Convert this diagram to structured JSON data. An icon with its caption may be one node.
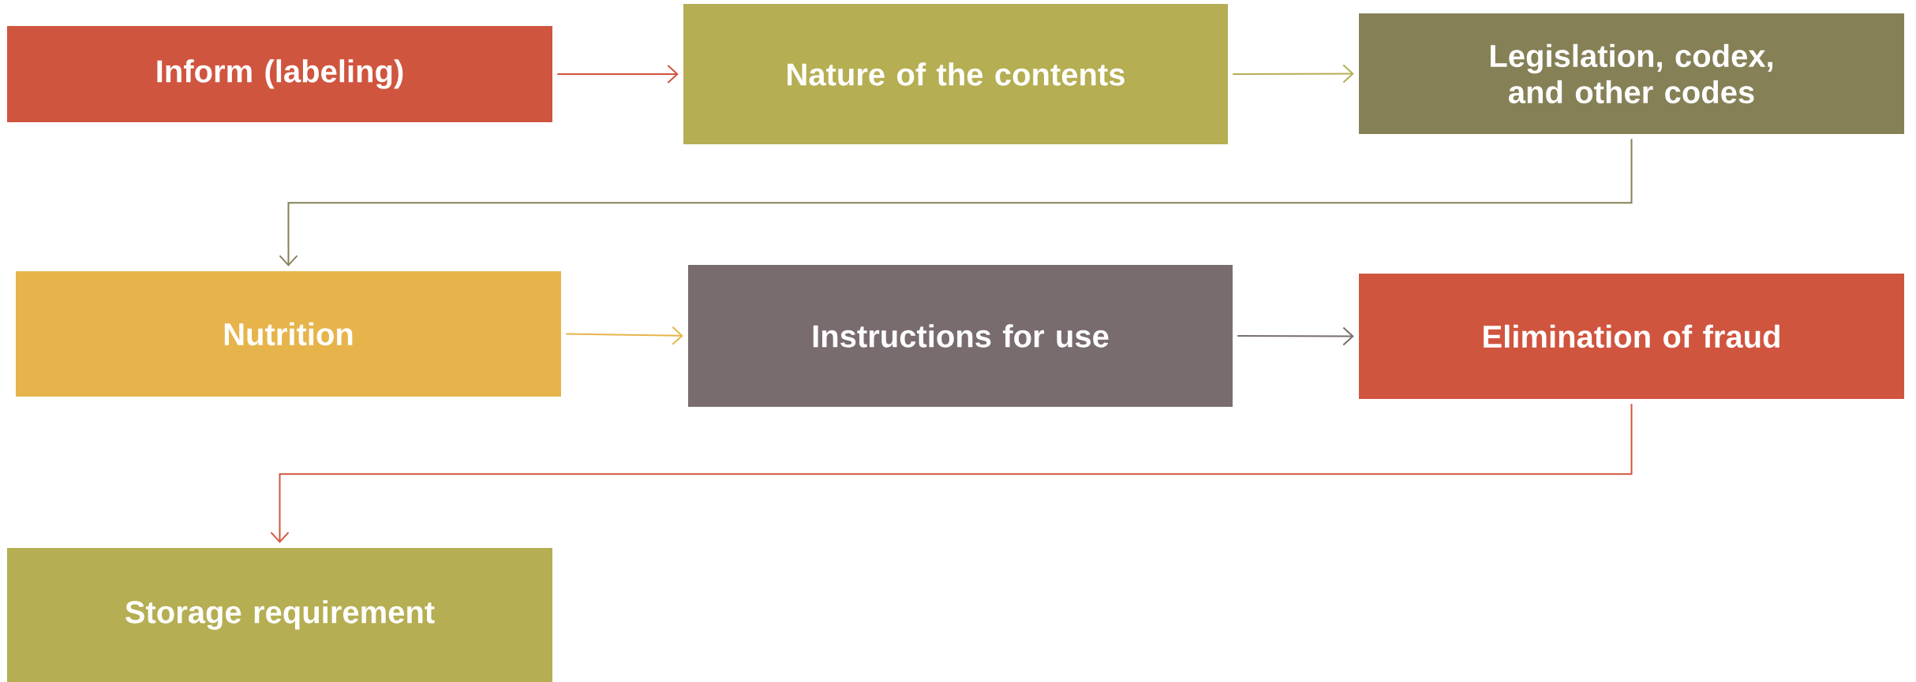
{
  "diagram": {
    "nodes": [
      {
        "text": [
          "Inform (labeling)"
        ]
      },
      {
        "text": [
          "Nature of the contents"
        ]
      },
      {
        "text": [
          "Legislation, codex, and other codes"
        ]
      },
      {
        "text": [
          "Nutrition"
        ]
      },
      {
        "text": [
          "Instructions for use"
        ]
      },
      {
        "text": [
          "Elimination of fraud"
        ]
      },
      {
        "text": [
          "Storage requirement"
        ]
      }
    ],
    "edges": [
      {
        "from": 0,
        "to": 1,
        "arrow": "to",
        "color": "#d0553f"
      },
      {
        "from": 1,
        "to": 2,
        "arrow": "to",
        "color": "#b5ae52"
      },
      {
        "from": 2,
        "to": 3,
        "arrow": "to",
        "color": "#858056"
      },
      {
        "from": 3,
        "to": 4,
        "arrow": "to",
        "color": "#e7b44b"
      },
      {
        "from": 4,
        "to": 5,
        "arrow": "to",
        "color": "#796c6f"
      },
      {
        "from": 5,
        "to": 6,
        "arrow": "to",
        "color": "#d0553f"
      }
    ]
  }
}
